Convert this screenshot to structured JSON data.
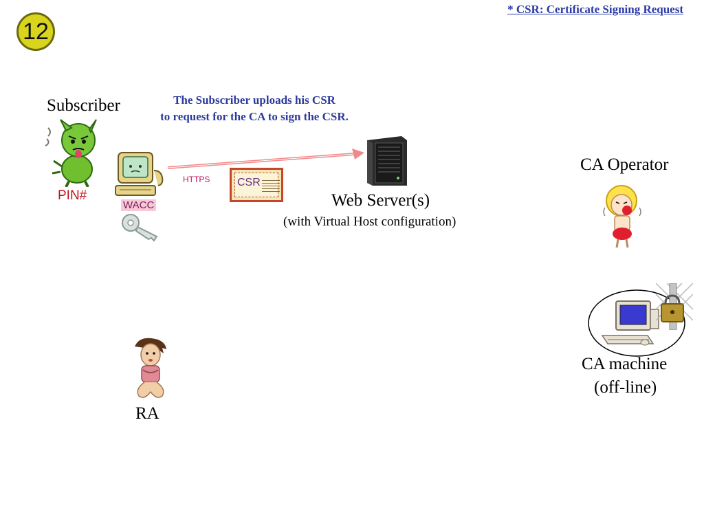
{
  "slide": {
    "number": "12"
  },
  "footnote": "* CSR: Certificate Signing Request",
  "caption": {
    "line1": "The Subscriber uploads his CSR",
    "line2": "to request for the CA to sign the CSR."
  },
  "subscriber": {
    "label": "Subscriber",
    "pin": "PIN#",
    "wacc": "WACC"
  },
  "connection": {
    "protocol": "HTTPS",
    "document": "CSR"
  },
  "web_server": {
    "label": "Web Server(s)",
    "sublabel": "(with Virtual Host configuration)"
  },
  "ca_operator": {
    "label": "CA Operator"
  },
  "ca_machine": {
    "label": "CA machine",
    "sublabel": "(off-line)"
  },
  "ra": {
    "label": "RA"
  },
  "colors": {
    "badge": "#d9d51f",
    "caption": "#2d3a9c",
    "arrow": "#f08a8a",
    "pin": "#c0141c",
    "https": "#c0145a"
  }
}
